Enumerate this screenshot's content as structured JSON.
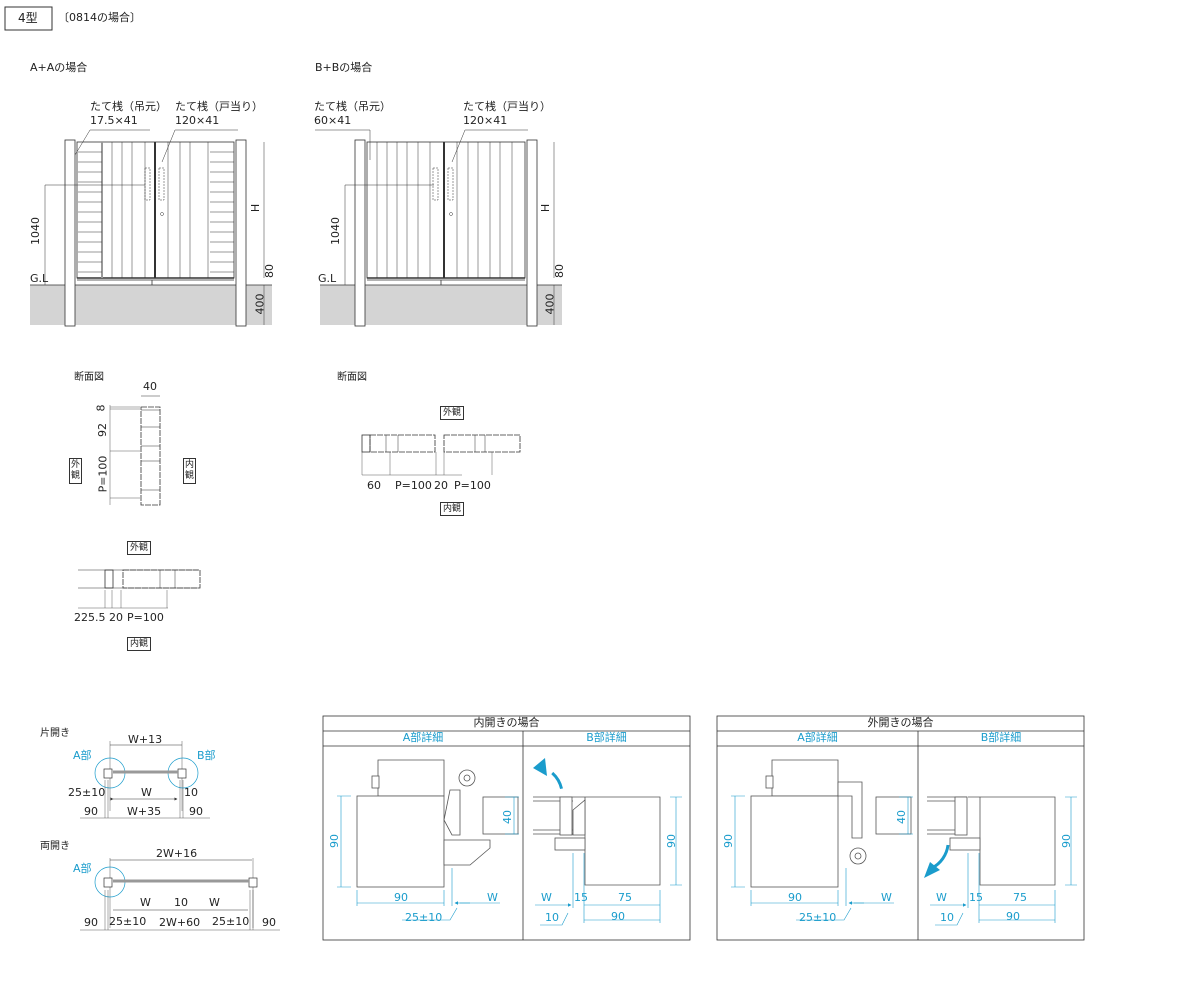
{
  "header": {
    "type_label": "4型",
    "case_label": "〔0814の場合〕"
  },
  "elevation_aa": {
    "title": "A+Aの場合",
    "label_hinge_name": "たて桟（吊元）",
    "label_hinge_size": "17.5×41",
    "label_stop_name": "たて桟（戸当り）",
    "label_stop_size": "120×41",
    "dim_height": "1040",
    "dim_h": "H",
    "dim_gap": "80",
    "dim_depth": "400",
    "ground": "G.L"
  },
  "elevation_bb": {
    "title": "B+Bの場合",
    "label_hinge_name": "たて桟（吊元）",
    "label_hinge_size": "60×41",
    "label_stop_name": "たて桟（戸当り）",
    "label_stop_size": "120×41",
    "dim_height": "1040",
    "dim_h": "H",
    "dim_gap": "80",
    "dim_depth": "400",
    "ground": "G.L"
  },
  "section_aa": {
    "title": "断面図",
    "dim_width": "40",
    "dim_top": "8",
    "dim_mid": "92",
    "dim_pitch": "P=100",
    "exterior": "外観",
    "interior": "内観"
  },
  "section_aa_plan": {
    "exterior": "外観",
    "interior": "内観",
    "dim_a": "225.5",
    "dim_b": "20",
    "dim_c": "P=100"
  },
  "section_bb": {
    "title": "断面図",
    "exterior": "外観",
    "interior": "内観",
    "dim_a": "60",
    "dim_b": "P=100",
    "dim_c": "20",
    "dim_d": "P=100"
  },
  "plan_single": {
    "title": "片開き",
    "top": "W+13",
    "part_a": "A部",
    "part_b": "B部",
    "left_gap": "25±10",
    "width": "W",
    "right_gap": "10",
    "post_l": "90",
    "overall": "W+35",
    "post_r": "90"
  },
  "plan_double": {
    "title": "両開き",
    "top": "2W+16",
    "part_a": "A部",
    "w1": "W",
    "gap": "10",
    "w2": "W",
    "post_l": "90",
    "gap_l": "25±10",
    "overall": "2W+60",
    "gap_r": "25±10",
    "post_r": "90"
  },
  "detail_inward": {
    "title": "内開きの場合",
    "a_title": "A部詳細",
    "b_title": "B部詳細",
    "a_post": "90",
    "a_post_w": "90",
    "a_bar": "40",
    "a_w": "W",
    "a_gap": "25±10",
    "b_post": "90",
    "b_w": "W",
    "b_15": "15",
    "b_75": "75",
    "b_10": "10",
    "b_90": "90"
  },
  "detail_outward": {
    "title": "外開きの場合",
    "a_title": "A部詳細",
    "b_title": "B部詳細",
    "a_post": "90",
    "a_post_w": "90",
    "a_bar": "40",
    "a_w": "W",
    "a_gap": "25±10",
    "b_post": "90",
    "b_w": "W",
    "b_15": "15",
    "b_75": "75",
    "b_10": "10",
    "b_90": "90"
  },
  "colors": {
    "accent": "#1a9ccc",
    "ground": "#d4d4d4",
    "line": "#333333"
  }
}
